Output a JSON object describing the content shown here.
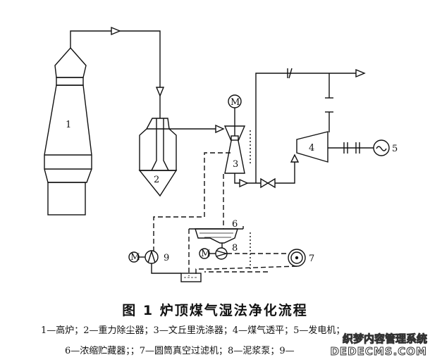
{
  "diagram": {
    "labels": {
      "n1": "1",
      "n2": "2",
      "n3": "3",
      "n4": "4",
      "n5": "5",
      "n6": "6",
      "n7": "7",
      "n8": "8",
      "n9": "9"
    },
    "motor_symbol": "M",
    "colors": {
      "line": "#111111",
      "background": "#ffffff"
    }
  },
  "caption": {
    "title": "图 1   炉顶煤气湿法净化流程",
    "legend_line1": "1—高炉；2—重力除尘器；3—文丘里洗涤器；4—煤气透平；5—发电机；",
    "legend_line2": "6—浓缩贮藏器；；7—圆筒真空过滤机；8—泥浆泵；9—"
  },
  "watermark": {
    "line1": "织梦内容管理系统",
    "line2": "DEDECMS.COM"
  }
}
